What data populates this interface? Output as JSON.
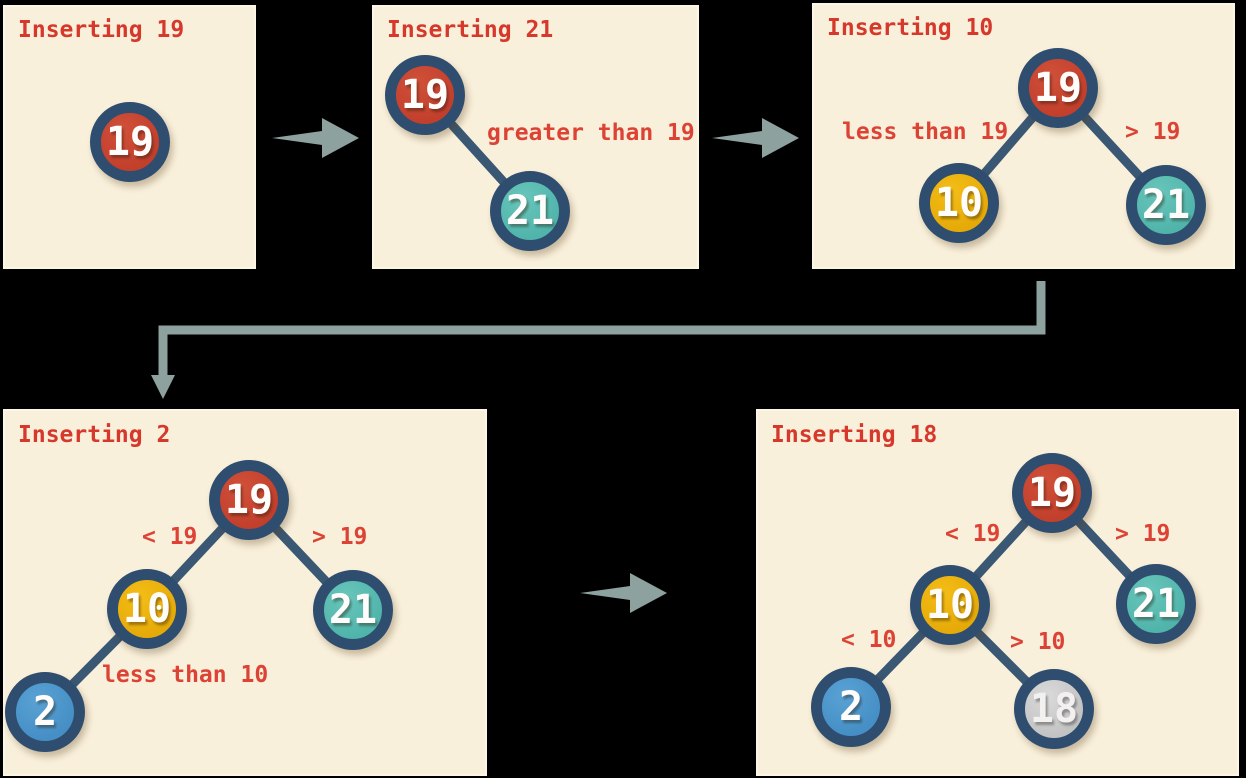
{
  "diagram_subject": "binary-search-tree-insertion-steps",
  "palette": {
    "canvas_background": "#000000",
    "panel_background": "#f9f0db",
    "title_red": "#d6382b",
    "label_red": "#dd4335",
    "node_ring_navy": "#2f4d6e",
    "edge_navy": "#3a5774",
    "arrow_gray": "#8da19f",
    "node_red": "#c23f2c",
    "node_teal": "#50b4ab",
    "node_yellow": "#e6aa08",
    "node_blue": "#458fc6",
    "node_gray": "#c3c3c3",
    "node_text": "#fefdfb"
  },
  "arrows": [
    {
      "icon": "arrow-right-icon",
      "from": "panel-inserting-19",
      "to": "panel-inserting-21"
    },
    {
      "icon": "arrow-right-icon",
      "from": "panel-inserting-21",
      "to": "panel-inserting-10"
    },
    {
      "icon": "elbow-arrow-down-icon",
      "from": "panel-inserting-10",
      "to": "panel-inserting-2"
    },
    {
      "icon": "arrow-right-icon",
      "from": "panel-inserting-2",
      "to": "panel-inserting-18"
    }
  ],
  "panels": [
    {
      "title": "Inserting 19",
      "nodes": [
        {
          "value": "19",
          "color": "red",
          "role": "root"
        }
      ],
      "labels": []
    },
    {
      "title": "Inserting 21",
      "nodes": [
        {
          "value": "19",
          "color": "red",
          "role": "root"
        },
        {
          "value": "21",
          "color": "teal",
          "role": "right-child-of-19"
        }
      ],
      "labels": [
        {
          "text": "greater than 19"
        }
      ]
    },
    {
      "title": "Inserting 10",
      "nodes": [
        {
          "value": "19",
          "color": "red",
          "role": "root"
        },
        {
          "value": "10",
          "color": "yellow",
          "role": "left-child-of-19"
        },
        {
          "value": "21",
          "color": "teal",
          "role": "right-child-of-19"
        }
      ],
      "labels": [
        {
          "text": "less than 19"
        },
        {
          "text": "> 19"
        }
      ]
    },
    {
      "title": "Inserting 2",
      "nodes": [
        {
          "value": "19",
          "color": "red",
          "role": "root"
        },
        {
          "value": "10",
          "color": "yellow",
          "role": "left-child-of-19"
        },
        {
          "value": "21",
          "color": "teal",
          "role": "right-child-of-19"
        },
        {
          "value": "2",
          "color": "blue",
          "role": "left-child-of-10"
        }
      ],
      "labels": [
        {
          "text": "< 19"
        },
        {
          "text": "> 19"
        },
        {
          "text": "less than 10"
        }
      ]
    },
    {
      "title": "Inserting 18",
      "nodes": [
        {
          "value": "19",
          "color": "red",
          "role": "root"
        },
        {
          "value": "10",
          "color": "yellow",
          "role": "left-child-of-19"
        },
        {
          "value": "21",
          "color": "teal",
          "role": "right-child-of-19"
        },
        {
          "value": "2",
          "color": "blue",
          "role": "left-child-of-10"
        },
        {
          "value": "18",
          "color": "gray",
          "role": "right-child-of-10"
        }
      ],
      "labels": [
        {
          "text": "< 19"
        },
        {
          "text": "> 19"
        },
        {
          "text": "< 10"
        },
        {
          "text": "> 10"
        }
      ]
    }
  ]
}
